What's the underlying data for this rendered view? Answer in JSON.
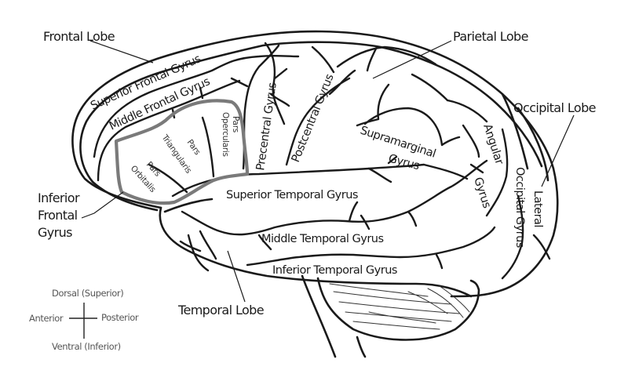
{
  "diagram": {
    "type": "lateral brain anatomy",
    "lobes": {
      "frontal": "Frontal Lobe",
      "parietal": "Parietal Lobe",
      "occipital": "Occipital Lobe",
      "temporal": "Temporal Lobe"
    },
    "gyri": {
      "superior_frontal": "Superior Frontal Gyrus",
      "middle_frontal": "Middle Frontal Gyrus",
      "inferior_frontal_lines": [
        "Inferior",
        "Frontal",
        "Gyrus"
      ],
      "precentral": "Precentral Gyrus",
      "postcentral": "Postcentral Gyrus",
      "supramarginal_lines": [
        "Supramarginal",
        "Gyrus"
      ],
      "angular_lines": [
        "Angular",
        "Gyrus"
      ],
      "lateral_occipital_lines": [
        "Lateral",
        "Occipital Gyrus"
      ],
      "superior_temporal": "Superior Temporal Gyrus",
      "middle_temporal": "Middle Temporal Gyrus",
      "inferior_temporal": "Inferior Temporal Gyrus"
    },
    "inferior_frontal_parts": {
      "opercularis_lines": [
        "Pars",
        "Opercularis"
      ],
      "triangularis_lines": [
        "Pars",
        "Triangularis"
      ],
      "orbitalis_lines": [
        "Pars",
        "Orbitalis"
      ]
    },
    "orientation": {
      "dorsal": "Dorsal (Superior)",
      "ventral": "Ventral (Inferior)",
      "anterior": "Anterior",
      "posterior": "Posterior"
    },
    "colors": {
      "ink": "#1a1a1a",
      "inferior_frontal_outline": "#7a7a7a",
      "compass_text": "#555555"
    }
  }
}
